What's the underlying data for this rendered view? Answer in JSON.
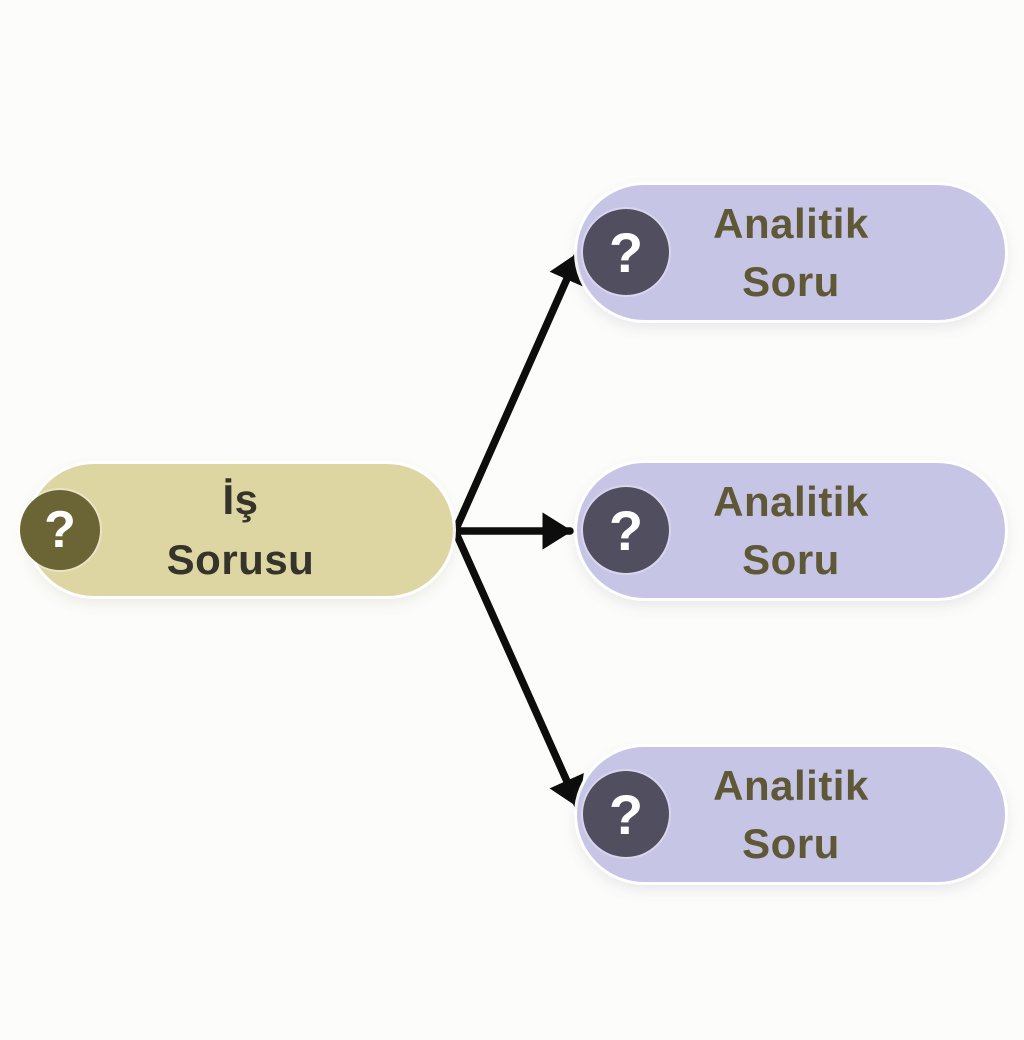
{
  "diagram": {
    "type": "flow",
    "root": {
      "id": "business-question",
      "label": "İş Sorusu",
      "label_line1": "İş",
      "label_line2": "Sorusu",
      "icon": "question-mark-icon",
      "icon_glyph": "?",
      "pill_color": "#ddd6a3",
      "badge_color": "#6b6434",
      "text_color": "#35332a"
    },
    "children": [
      {
        "id": "analytic-question-1",
        "label": "Analitik Soru",
        "label_line1": "Analitik",
        "label_line2": "Soru",
        "icon": "question-mark-icon",
        "icon_glyph": "?"
      },
      {
        "id": "analytic-question-2",
        "label": "Analitik Soru",
        "label_line1": "Analitik",
        "label_line2": "Soru",
        "icon": "question-mark-icon",
        "icon_glyph": "?"
      },
      {
        "id": "analytic-question-3",
        "label": "Analitik Soru",
        "label_line1": "Analitik",
        "label_line2": "Soru",
        "icon": "question-mark-icon",
        "icon_glyph": "?"
      }
    ],
    "child_style": {
      "pill_color": "#c7c5e5",
      "badge_color": "#514e5f",
      "text_color": "#5e5837"
    },
    "edges": [
      {
        "from": "business-question",
        "to": "analytic-question-1"
      },
      {
        "from": "business-question",
        "to": "analytic-question-2"
      },
      {
        "from": "business-question",
        "to": "analytic-question-3"
      }
    ],
    "arrow_color": "#0d0d0d",
    "background_color": "#fcfcfa"
  }
}
